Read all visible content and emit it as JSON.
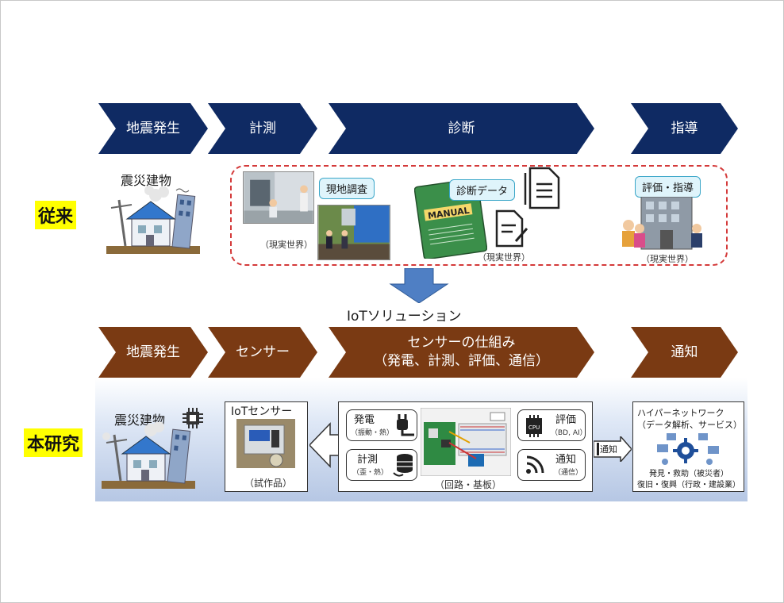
{
  "conventional": {
    "label": "従来",
    "steps": [
      "地震発生",
      "計測",
      "診断",
      "指導"
    ],
    "building_title": "震災建物",
    "callout_survey": "現地調査",
    "callout_diag": "診断データ",
    "callout_eval": "評価・指導",
    "manual_text": "MANUAL",
    "caption_real1": "（現実世界）",
    "caption_real2": "（現実世界）",
    "caption_real3": "（現実世界）"
  },
  "transition_label": "IoTソリューション",
  "research": {
    "label": "本研究",
    "steps": [
      "地震発生",
      "センサー",
      "センサーの仕組み\n（発電、計測、評価、通信）",
      "通知"
    ],
    "step3_line1": "センサーの仕組み",
    "step3_line2": "（発電、計測、評価、通信）",
    "building_title": "震災建物",
    "iot_sensor_title": "IoTセンサー",
    "prototype_caption": "（試作品）",
    "power_label": "発電",
    "power_sub": "（振動・熱）",
    "measure_label": "計測",
    "measure_sub": "（歪・熱）",
    "eval_label": "評価",
    "eval_sub": "（BD, AI）",
    "comm_label": "通知",
    "comm_sub": "（通信）",
    "circuit_caption": "（回路・基板）",
    "notify_arrow_label": "通知",
    "hyper_title": "ハイパーネットワーク",
    "hyper_sub": "（データ解析、サービス）",
    "hyper_line1": "発見・救助（被災者）",
    "hyper_line2": "復旧・復興（行政・建設業）",
    "cpu_text": "CPU"
  },
  "colors": {
    "navy": "#0f2a63",
    "brown": "#7a3a13",
    "highlight": "#ffff00",
    "dashed": "#d43a3a"
  }
}
